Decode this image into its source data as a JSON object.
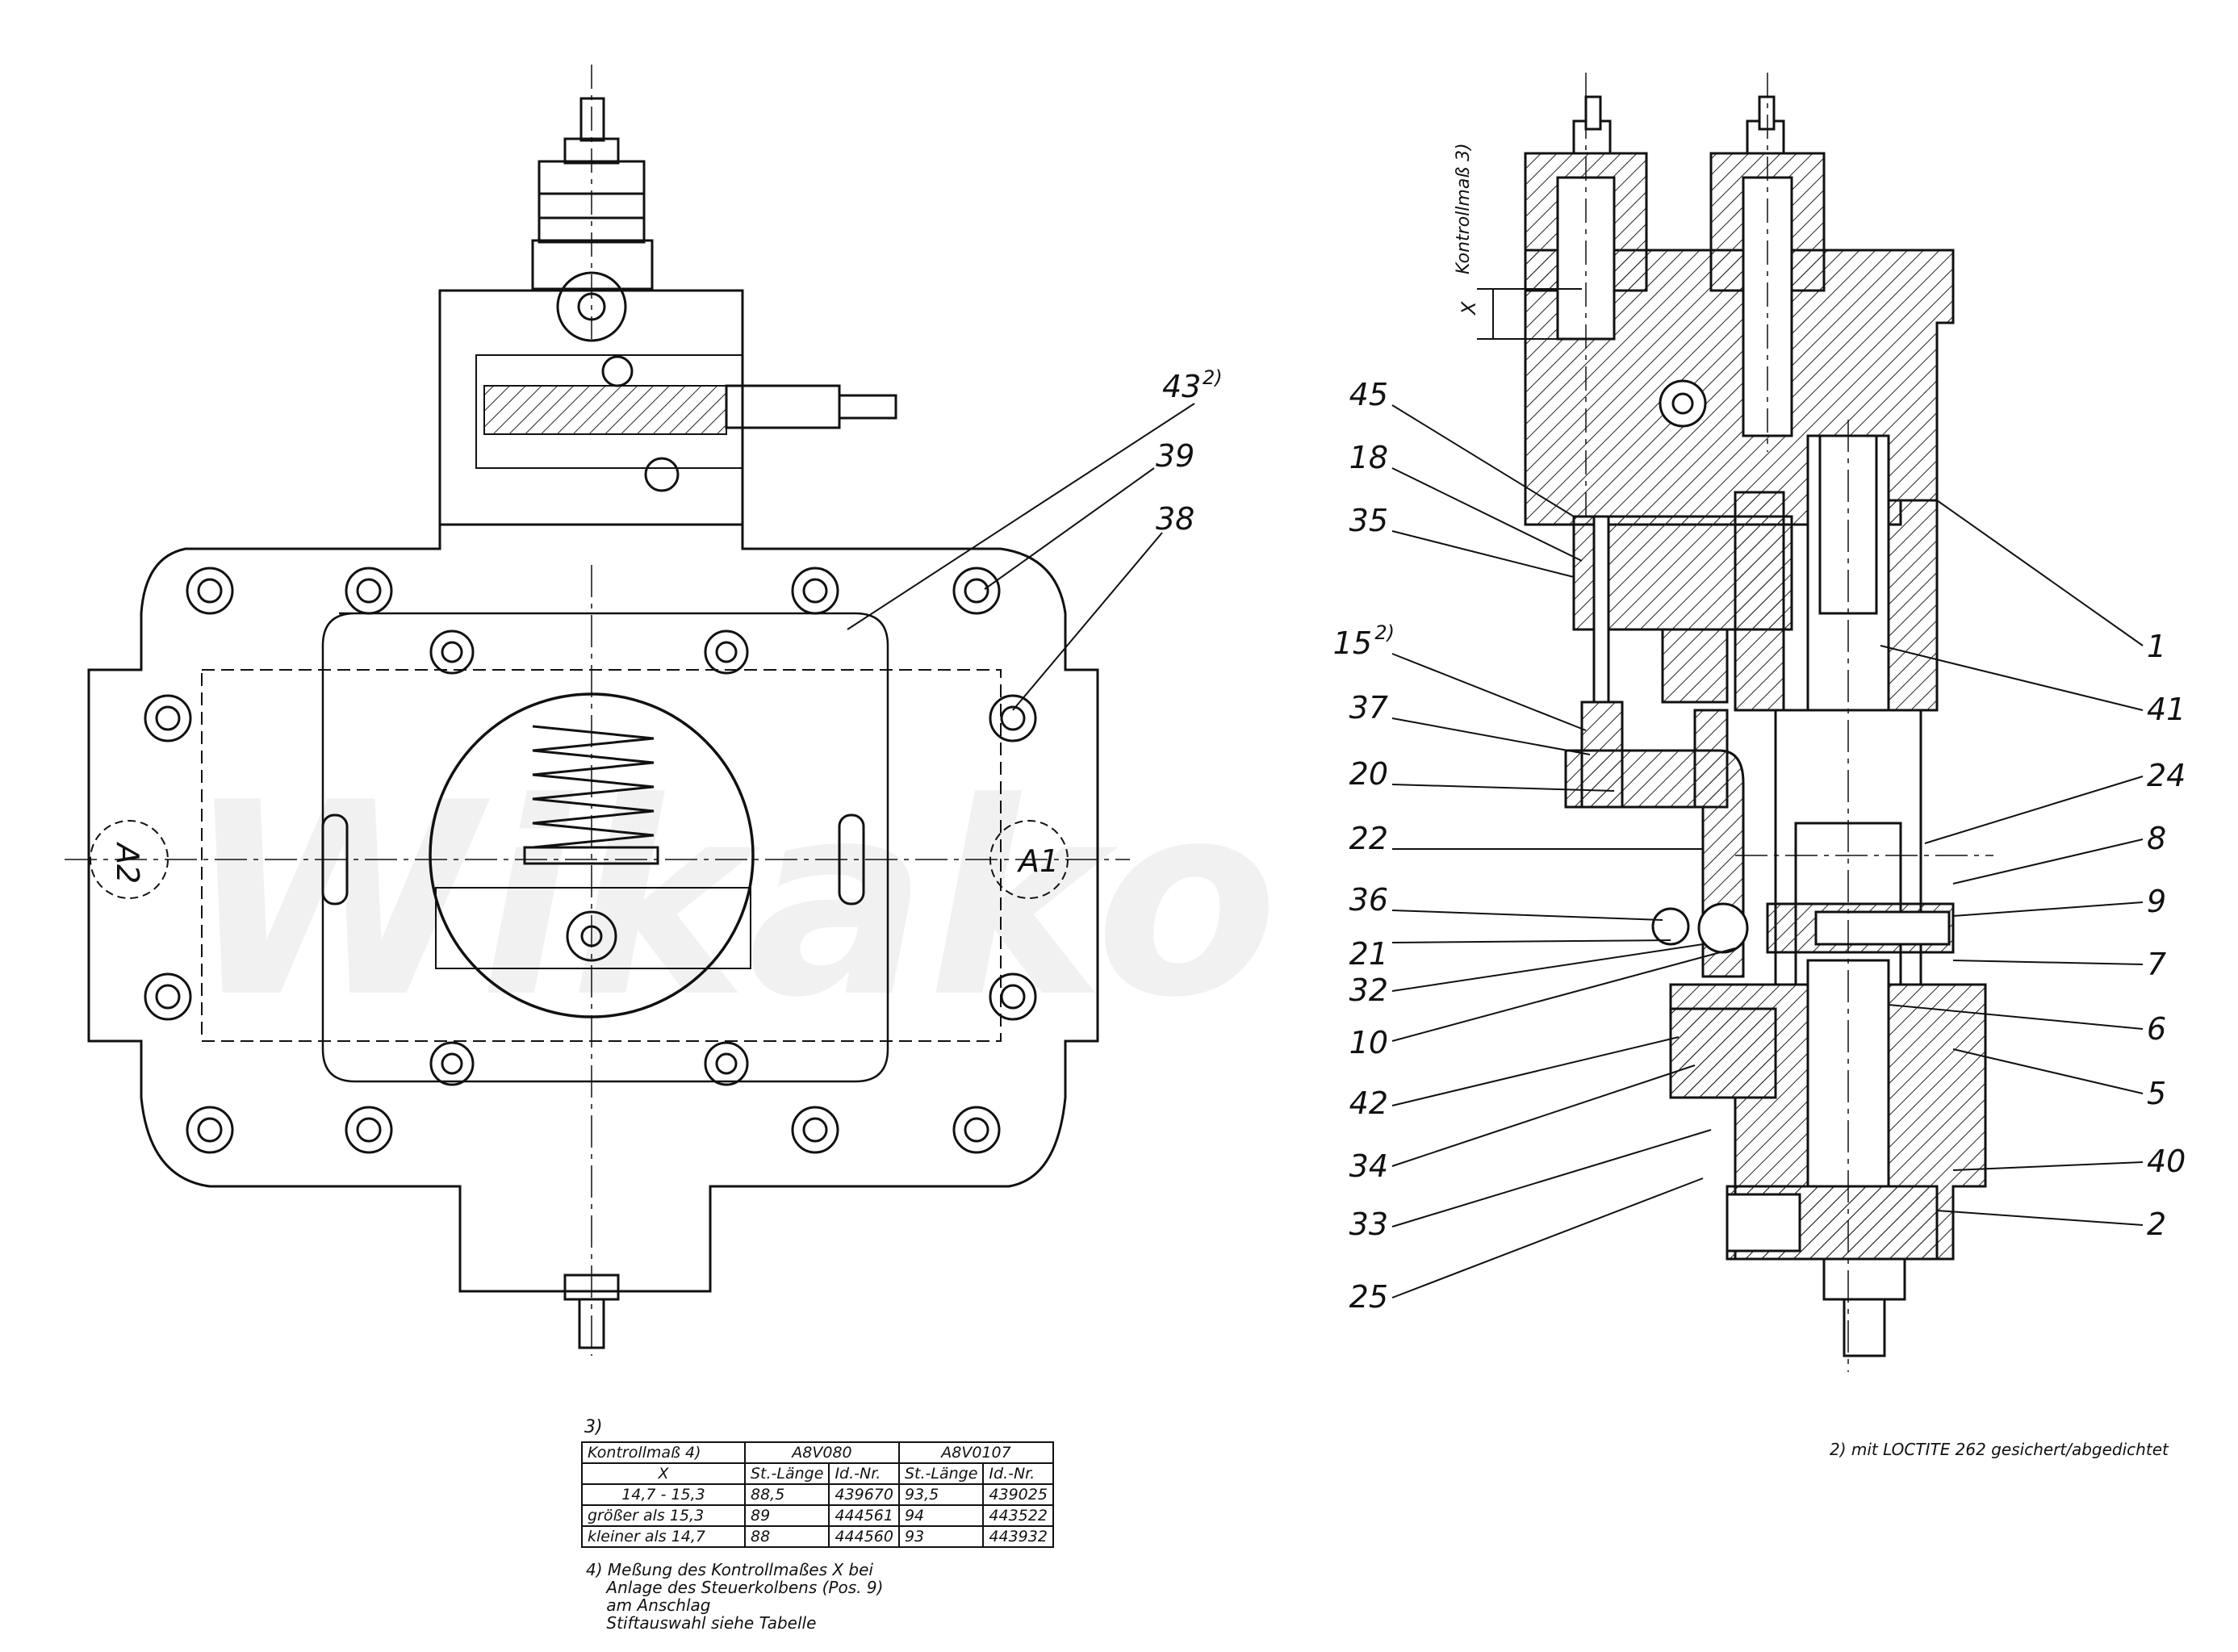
{
  "callouts": {
    "left": [
      "43",
      "39",
      "38"
    ],
    "right_left_side": [
      "45",
      "18",
      "35",
      "15",
      "37",
      "20",
      "22",
      "36",
      "21",
      "32",
      "10",
      "42",
      "34",
      "33",
      "25"
    ],
    "right_right_side": [
      "1",
      "41",
      "24",
      "8",
      "9",
      "7",
      "6",
      "5",
      "40",
      "2"
    ],
    "footnote_marker_2": "2)",
    "section_labels": [
      "A2",
      "A1"
    ]
  },
  "dimension_label": {
    "x": "X",
    "text": "Kontrollmaß 3)"
  },
  "footnote_3_marker": "3)",
  "table": {
    "header_row1": [
      "Kontrollmaß 4)",
      "A8V080",
      "A8V0107"
    ],
    "header_row2": [
      "X",
      "St.-Länge",
      "Id.-Nr.",
      "St.-Länge",
      "Id.-Nr."
    ],
    "rows": [
      [
        "14,7 - 15,3",
        "88,5",
        "439670",
        "93,5",
        "439025"
      ],
      [
        "größer als 15,3",
        "89",
        "444561",
        "94",
        "443522"
      ],
      [
        "kleiner als 14,7",
        "88",
        "444560",
        "93",
        "443932"
      ]
    ]
  },
  "footnote_4": "4) Meßung des Kontrollmaßes X bei\n    Anlage des Steuerkolbens (Pos. 9)\n    am Anschlag\n    Stiftauswahl siehe Tabelle",
  "footnote_2": "2) mit LOCTITE 262 gesichert/abgedichtet",
  "watermark": "Wikako"
}
